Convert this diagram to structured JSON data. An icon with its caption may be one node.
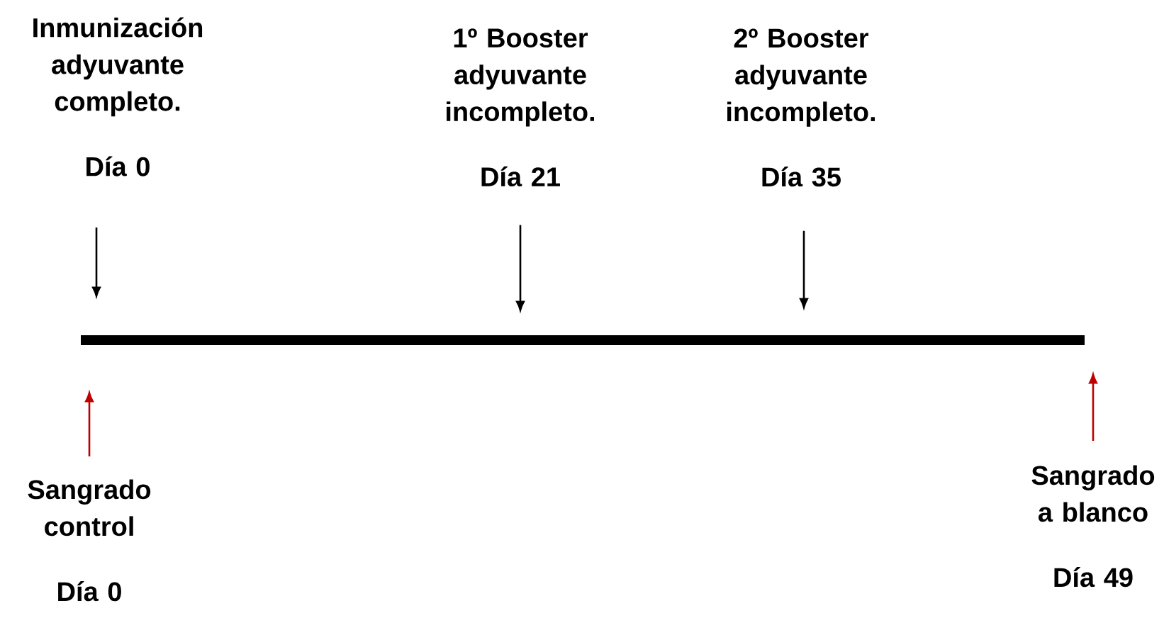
{
  "diagram": {
    "nodes": [
      {
        "text": [],
        "shape": "bar"
      },
      {
        "text": [
          "Inmunización adyuvante completo.",
          "Día 0"
        ]
      },
      {
        "text": [
          "1º Booster adyuvante incompleto.",
          "Día 21"
        ]
      },
      {
        "text": [
          "2º Booster adyuvante incompleto.",
          "Día 35"
        ]
      },
      {
        "text": [
          "Sangrado control",
          "Día 0"
        ]
      },
      {
        "text": [
          "Sangrado a blanco",
          "Día 49"
        ]
      }
    ],
    "edges": [
      {
        "from": 1,
        "to": 0,
        "arrow": "to"
      },
      {
        "from": 2,
        "to": 0,
        "arrow": "to"
      },
      {
        "from": 3,
        "to": 0,
        "arrow": "to"
      },
      {
        "from": 4,
        "to": 0,
        "arrow": "to",
        "color": "#c00000"
      },
      {
        "from": 5,
        "to": 0,
        "arrow": "to",
        "color": "#c00000"
      }
    ]
  }
}
